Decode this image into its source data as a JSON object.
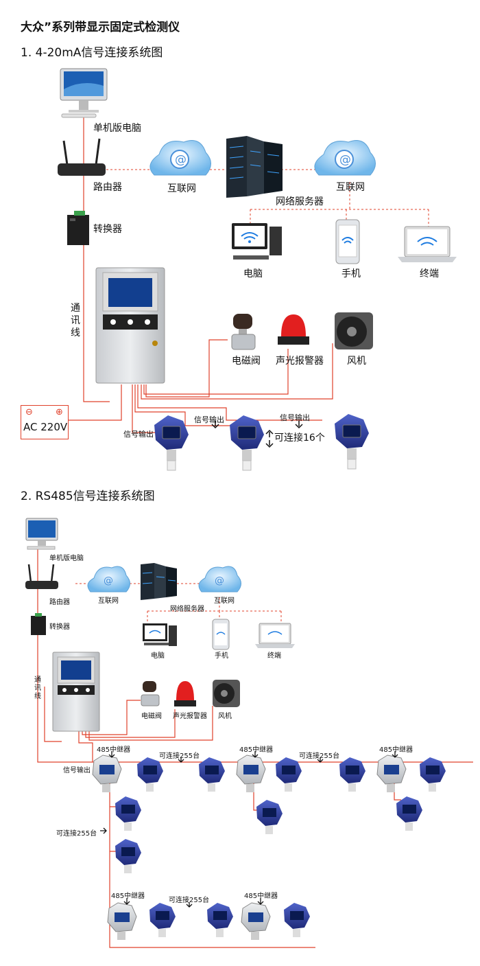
{
  "header": {
    "title": "大众”系列带显示固定式检测仪"
  },
  "section1": {
    "heading": "1. 4-20mA信号连接系统图",
    "pc": "单机版电脑",
    "router": "路由器",
    "internet1": "互联网",
    "internet2": "互联网",
    "server": "网络服务器",
    "converter": "转换器",
    "computer": "电脑",
    "phone": "手机",
    "terminal": "终端",
    "comm_line": "通讯线",
    "valve": "电磁阀",
    "alarm": "声光报警器",
    "fan": "风机",
    "power": "AC 220V",
    "sig1": "信号输出",
    "sig2": "信号输出",
    "sig3": "信号输出",
    "connect16": "可连接16个"
  },
  "section2": {
    "heading": "2. RS485信号连接系统图",
    "pc": "单机版电脑",
    "router": "路由器",
    "internet1": "互联网",
    "internet2": "互联网",
    "server": "网络服务器",
    "converter": "转换器",
    "computer": "电脑",
    "phone": "手机",
    "terminal": "终端",
    "comm_line": "通讯线",
    "valve": "电磁阀",
    "alarm": "声光报警器",
    "fan": "风机",
    "sig": "信号输出",
    "repeater": "485中继器",
    "connect255": "可连接255台"
  },
  "colors": {
    "wire": "#e0402a",
    "detector": "#2f3f9a",
    "cloud": "#6fb6ea"
  }
}
